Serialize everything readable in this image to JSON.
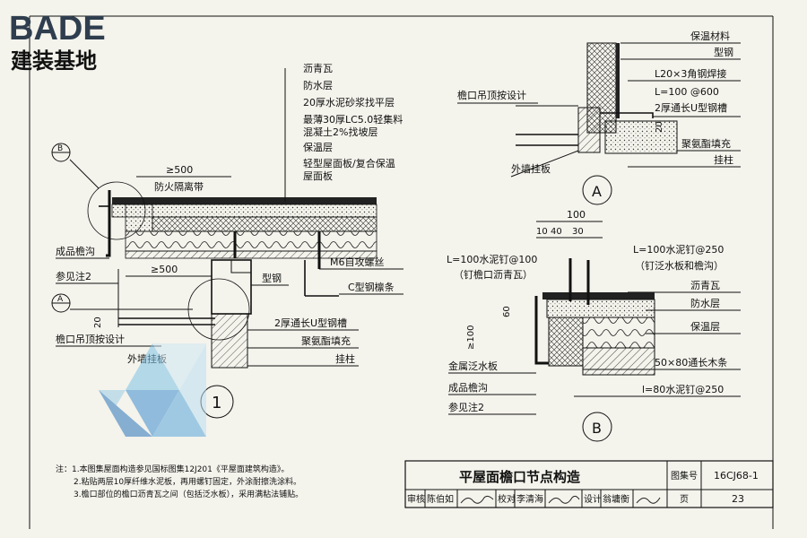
{
  "logo": {
    "brand": "BADE",
    "sub": "建装基地"
  },
  "detail1": {
    "layers": [
      "沥青瓦",
      "防水层",
      "20厚水泥砂浆找平层",
      "最薄30厚LC5.0轻集料",
      "混凝土2%找坡层",
      "保温层",
      "轻型屋面板/复合保温",
      "屋面板"
    ],
    "dim_top": "≥500",
    "fire_label": "防火隔离带",
    "dim_mid": "≥500",
    "callout_B": "B",
    "callout_A": "A",
    "left_labels": [
      "成品檐沟",
      "参见注2",
      "檐口吊顶按设计",
      "外墙挂板"
    ],
    "right_labels": [
      "M6自攻螺丝",
      "C型钢檩条",
      "型钢",
      "2厚通长U型钢槽",
      "聚氨酯填充",
      "挂柱"
    ],
    "dim_20": "20",
    "number": "1"
  },
  "detailA": {
    "labels": [
      "保温材料",
      "型钢",
      "L20×3角钢焊接",
      "L=100 @600",
      "2厚通长U型钢槽",
      "聚氨酯填充",
      "挂柱"
    ],
    "left_labels": [
      "檐口吊顶按设计",
      "外墙挂板"
    ],
    "dim": "20",
    "letter": "A"
  },
  "detailB": {
    "dim_total": "100",
    "dim_parts": [
      "10",
      "40",
      "30"
    ],
    "left_labels": [
      "L=100水泥钉@100",
      "（钉檐口沥青瓦）",
      "金属泛水板",
      "成品檐沟",
      "参见注2"
    ],
    "right_labels": [
      "L=100水泥钉@250",
      "（钉泛水板和檐沟）",
      "沥青瓦",
      "防水层",
      "保温层",
      "50×80通长木条",
      "l=80水泥钉@250"
    ],
    "dim_v1": "≥100",
    "dim_v2": "60",
    "letter": "B"
  },
  "notes": [
    "注：1.本图集屋面构造参见国标图集12J201《平屋面建筑构造》。",
    "2.粘贴两层10厚纤维水泥板，再用螺钉固定，外涂耐擦洗涂料。",
    "3.檐口部位的檐口沥青瓦之间（包括泛水板），采用满粘法铺贴。"
  ],
  "title_block": {
    "title": "平屋面檐口节点构造",
    "atlas_label": "图集号",
    "atlas_no": "16CJ68-1",
    "review_label": "审核",
    "reviewer": "陈伯如",
    "check_label": "校对",
    "checker": "李清海",
    "design_label": "设计",
    "designer": "翁墉衡",
    "page_label": "页",
    "page_no": "23"
  }
}
